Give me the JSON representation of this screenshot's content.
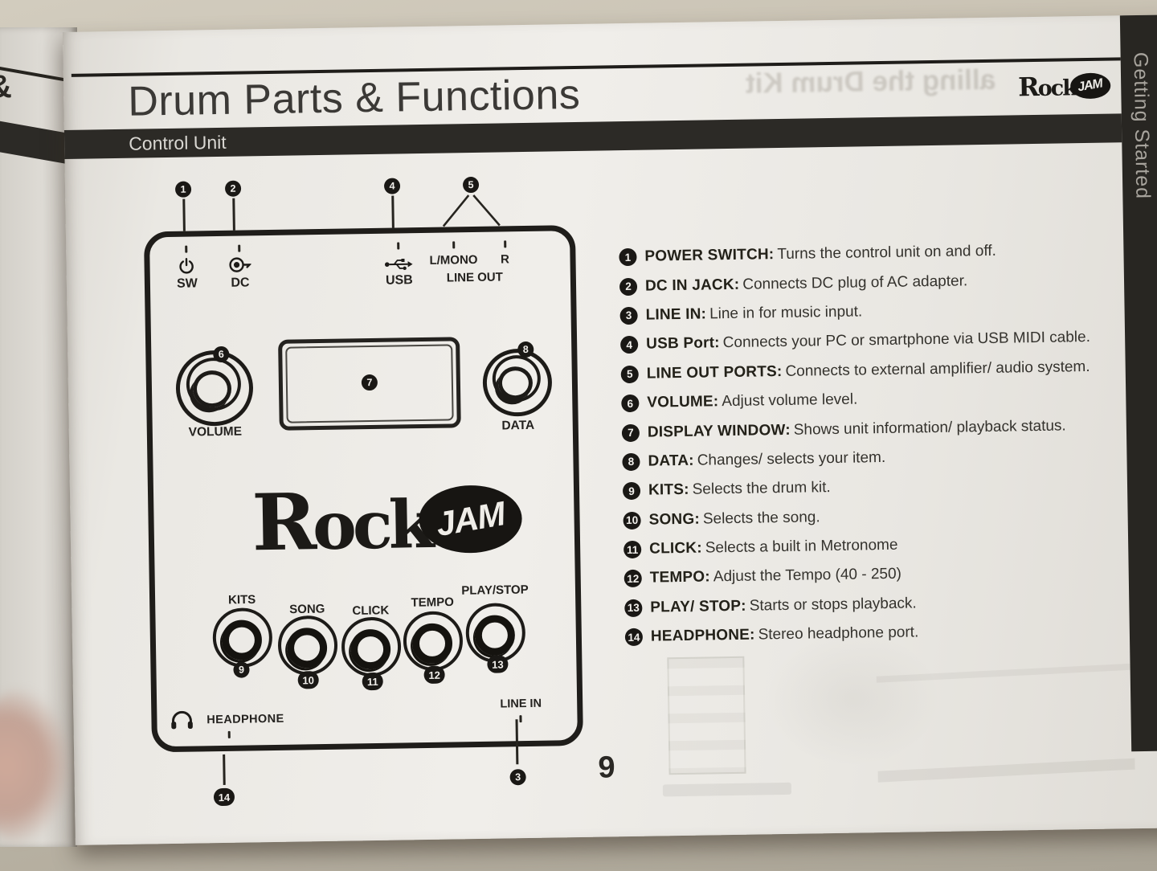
{
  "header": {
    "title": "Drum Parts & Functions",
    "section": "Control Unit",
    "side_tab": "Getting Started",
    "page_number": "9"
  },
  "brand": {
    "rock": "Rock",
    "jam": "JAM"
  },
  "ghost": {
    "mirrored_title": "alling the Drum Kit"
  },
  "panel": {
    "ports": [
      {
        "callout": "1",
        "label": "SW",
        "icon": "power-icon"
      },
      {
        "callout": "2",
        "label": "DC",
        "icon": "dc-jack-icon"
      },
      {
        "callout": "4",
        "label": "USB",
        "icon": "usb-icon"
      },
      {
        "callout": "5",
        "label_l": "L/MONO",
        "label_r": "R",
        "label_sub": "LINE OUT"
      }
    ],
    "volume": {
      "callout": "6",
      "label": "VOLUME"
    },
    "display": {
      "callout": "7"
    },
    "data_knob": {
      "callout": "8",
      "label": "DATA"
    },
    "buttons": [
      {
        "callout": "9",
        "label": "KITS"
      },
      {
        "callout": "10",
        "label": "SONG"
      },
      {
        "callout": "11",
        "label": "CLICK"
      },
      {
        "callout": "12",
        "label": "TEMPO"
      },
      {
        "callout": "13",
        "label": "PLAY/STOP"
      }
    ],
    "headphone": {
      "callout": "14",
      "label": "HEADPHONE"
    },
    "line_in": {
      "callout": "3",
      "label": "LINE IN"
    }
  },
  "functions": [
    {
      "num": "1",
      "label": "POWER SWITCH:",
      "desc": "Turns the control unit on and off."
    },
    {
      "num": "2",
      "label": "DC IN JACK:",
      "desc": "Connects DC plug of AC adapter."
    },
    {
      "num": "3",
      "label": "LINE IN:",
      "desc": "Line in for music input."
    },
    {
      "num": "4",
      "label": "USB Port:",
      "desc": "Connects your PC or smartphone via USB MIDI cable."
    },
    {
      "num": "5",
      "label": "LINE OUT PORTS:",
      "desc": "Connects to external amplifier/ audio system."
    },
    {
      "num": "6",
      "label": "VOLUME:",
      "desc": "Adjust volume level."
    },
    {
      "num": "7",
      "label": "DISPLAY WINDOW:",
      "desc": "Shows unit information/ playback status."
    },
    {
      "num": "8",
      "label": "DATA:",
      "desc": "Changes/ selects your item."
    },
    {
      "num": "9",
      "label": "KITS:",
      "desc": "Selects the drum kit."
    },
    {
      "num": "10",
      "label": "SONG:",
      "desc": "Selects the song."
    },
    {
      "num": "11",
      "label": "CLICK:",
      "desc": "Selects a built in Metronome"
    },
    {
      "num": "12",
      "label": "TEMPO:",
      "desc": "Adjust the Tempo (40 - 250)"
    },
    {
      "num": "13",
      "label": "PLAY/ STOP:",
      "desc": "Starts or stops playback."
    },
    {
      "num": "14",
      "label": "HEADPHONE:",
      "desc": "Stereo headphone port."
    }
  ],
  "colors": {
    "page": "#efede9",
    "ink": "#1f1d1a",
    "header_bar": "#2c2a26",
    "side_tab": "#282622",
    "badge": "#1a1815",
    "photo_background": "#c2bbad"
  }
}
